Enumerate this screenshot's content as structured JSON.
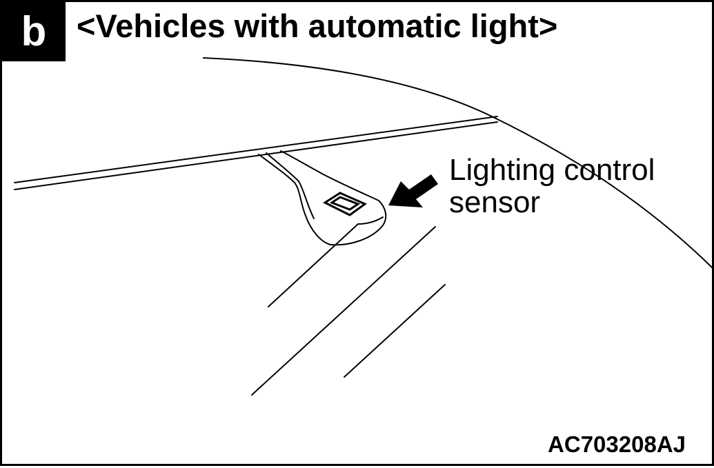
{
  "badge": {
    "letter": "b"
  },
  "title": "<Vehicles with automatic light>",
  "callout": {
    "line1": "Lighting control",
    "line2": "sensor"
  },
  "figure_code": "AC703208AJ",
  "colors": {
    "ink": "#000000",
    "paper": "#ffffff"
  },
  "icons": {
    "pointer": "arrow-pointer-icon"
  }
}
